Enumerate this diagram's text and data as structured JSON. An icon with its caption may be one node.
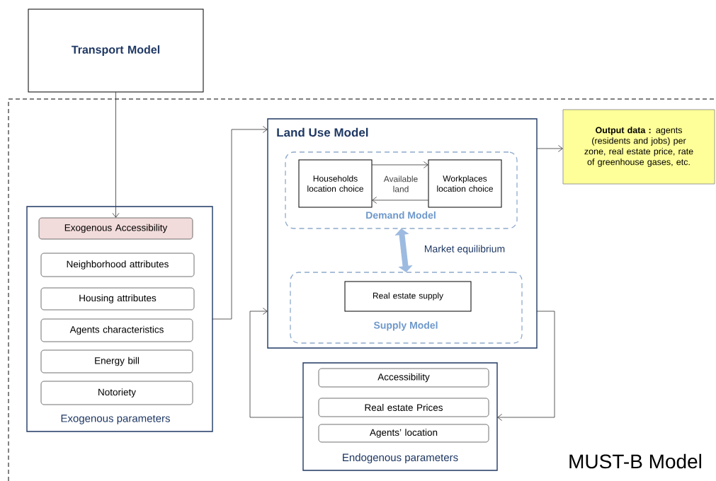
{
  "diagram": {
    "nodes": [
      {
        "text": [
          "Transport Model"
        ]
      },
      {
        "text": [
          "MUST-B Model"
        ]
      },
      {
        "text": [
          "Exogenous parameters"
        ],
        "in": 1
      },
      {
        "text": [
          "Exogenous Accessibility"
        ],
        "in": 2
      },
      {
        "text": [
          "Neighborhood attributes"
        ],
        "in": 2
      },
      {
        "text": [
          "Housing attributes"
        ],
        "in": 2
      },
      {
        "text": [
          "Agents characteristics"
        ],
        "in": 2
      },
      {
        "text": [
          "Energy bill"
        ],
        "in": 2
      },
      {
        "text": [
          "Notoriety"
        ],
        "in": 2
      },
      {
        "text": [
          "Land Use Model"
        ],
        "in": 1
      },
      {
        "text": [
          "Demand Model"
        ],
        "in": 9
      },
      {
        "text": [
          "Households location choice"
        ],
        "in": 10
      },
      {
        "text": [
          "Workplaces location choice"
        ],
        "in": 10
      },
      {
        "text": [
          "Supply Model"
        ],
        "in": 9
      },
      {
        "text": [
          "Real estate supply"
        ],
        "in": 13
      },
      {
        "text": [
          "**Output data :** agents (residents and jobs) per zone, real estate price, rate of greenhouse gases, etc."
        ],
        "in": 1
      },
      {
        "text": [
          "Endogenous parameters"
        ],
        "in": 1
      },
      {
        "text": [
          "Accessibility"
        ],
        "in": 16
      },
      {
        "text": [
          "Real estate Prices"
        ],
        "in": 16
      },
      {
        "text": [
          "Agents’ location"
        ],
        "in": 16
      }
    ],
    "edges": [
      {
        "from": 0,
        "to": 3,
        "arrow": "to"
      },
      {
        "from": 2,
        "to": 9,
        "arrow": "to"
      },
      {
        "from": 11,
        "to": 12,
        "arrow": "to",
        "label": "Available land"
      },
      {
        "from": 12,
        "to": 11,
        "arrow": "to"
      },
      {
        "from": 10,
        "to": 13,
        "arrow": "both",
        "label": "Market equilibrium",
        "style": "thick",
        "color": "#9dbbe0"
      },
      {
        "from": 9,
        "to": 15,
        "arrow": "to"
      },
      {
        "from": 9,
        "to": 16,
        "arrow": "to"
      },
      {
        "from": 16,
        "to": 9,
        "arrow": "to"
      }
    ]
  }
}
